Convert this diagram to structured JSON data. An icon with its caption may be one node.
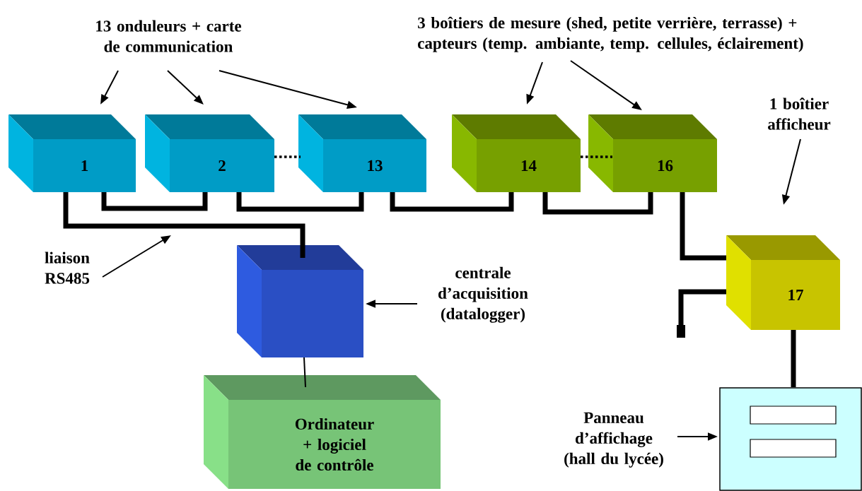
{
  "diagram": {
    "nodes": [
      {
        "text": [
          "13 onduleurs + carte de communication"
        ]
      },
      {
        "text": [
          "1"
        ]
      },
      {
        "text": [
          "2"
        ]
      },
      {
        "text": [
          "13"
        ]
      },
      {
        "text": [
          "3 boîtiers de mesure (shed, petite verrière, terrasse) + capteurs (temp. ambiante, temp. cellules, éclairement)"
        ]
      },
      {
        "text": [
          "14"
        ]
      },
      {
        "text": [
          "16"
        ]
      },
      {
        "text": [
          "1 boîtier afficheur"
        ]
      },
      {
        "text": [
          "17"
        ]
      },
      {
        "text": [
          "liaison RS485"
        ]
      },
      {
        "text": [],
        "shape": "box"
      },
      {
        "text": [
          "centrale d’acquisition (datalogger)"
        ]
      },
      {
        "text": [
          "Ordinateur + logiciel de contrôle"
        ]
      },
      {
        "text": [
          "Panneau d’affichage (hall du lycée)"
        ]
      },
      {
        "text": [],
        "shape": "box"
      }
    ],
    "edges": [
      {
        "from": 0,
        "to": 1,
        "arrow": "to"
      },
      {
        "from": 0,
        "to": 2,
        "arrow": "to"
      },
      {
        "from": 0,
        "to": 3,
        "arrow": "to"
      },
      {
        "from": 4,
        "to": 5,
        "arrow": "to"
      },
      {
        "from": 4,
        "to": 6,
        "arrow": "to"
      },
      {
        "from": 7,
        "to": 8,
        "arrow": "to"
      },
      {
        "from": 9,
        "to": null,
        "arrow": "to"
      },
      {
        "from": 11,
        "to": 10,
        "arrow": "to"
      },
      {
        "from": 13,
        "to": 14,
        "arrow": "to"
      },
      {
        "from": 1,
        "to": 2,
        "arrow": "none",
        "style": "thick"
      },
      {
        "from": 2,
        "to": 3,
        "arrow": "none",
        "style": "thick"
      },
      {
        "from": 3,
        "to": 5,
        "arrow": "none",
        "style": "thick"
      },
      {
        "from": 5,
        "to": 6,
        "arrow": "none",
        "style": "thick"
      },
      {
        "from": 6,
        "to": 8,
        "arrow": "none",
        "style": "thick"
      },
      {
        "from": 1,
        "to": 10,
        "arrow": "none",
        "style": "thick"
      },
      {
        "from": 10,
        "to": 12,
        "arrow": "none"
      },
      {
        "from": 8,
        "to": 14,
        "arrow": "none",
        "style": "thick"
      },
      {
        "from": 8,
        "to": null,
        "arrow": "other",
        "style": "thick"
      },
      {
        "from": 2,
        "to": 3,
        "arrow": "none",
        "style": "dashed"
      },
      {
        "from": 5,
        "to": 6,
        "arrow": "none",
        "style": "dashed"
      }
    ]
  }
}
